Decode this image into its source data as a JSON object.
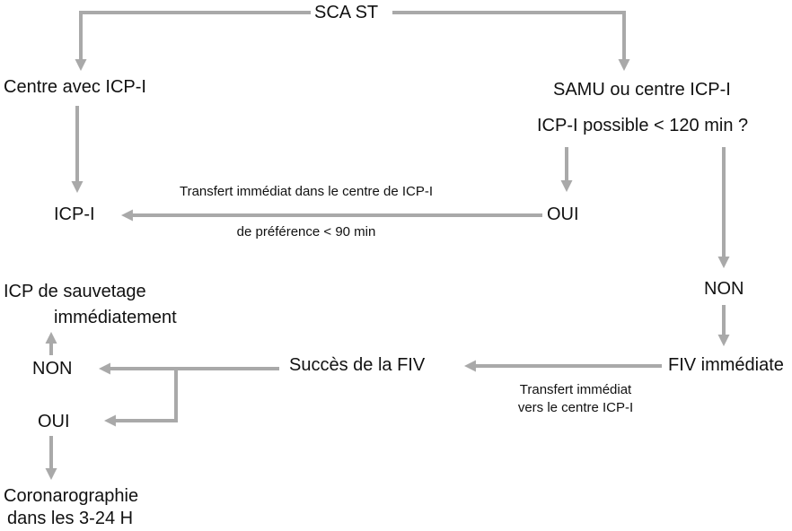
{
  "diagram": {
    "nodes": {
      "sca_st": "SCA ST",
      "centre_avec_icpi": "Centre avec ICP-I",
      "samu_ou_centre": "SAMU ou centre ICP-I",
      "icpi_possible": "ICP-I possible < 120 min ?",
      "icpi": "ICP-I",
      "oui_transfert": "OUI",
      "non_transfert": "NON",
      "fiv_immediate": "FIV immédiate",
      "succes_fiv": "Succès de la FIV",
      "non_fiv": "NON",
      "oui_fiv": "OUI",
      "icp_sauvetage_l1": "ICP de sauvetage",
      "icp_sauvetage_l2": "immédiatement",
      "coronarographie_l1": "Coronarographie",
      "coronarographie_l2": "dans les 3-24 H"
    },
    "edge_labels": {
      "transfert_centre_l1": "Transfert immédiat dans le centre de ICP-I",
      "transfert_centre_l2": "de préférence < 90 min",
      "transfert_fiv_l1": "Transfert immédiat",
      "transfert_fiv_l2": "vers le centre ICP-I"
    },
    "colors": {
      "arrow": "#a9a9a9",
      "text": "#111111",
      "background": "#ffffff"
    }
  }
}
